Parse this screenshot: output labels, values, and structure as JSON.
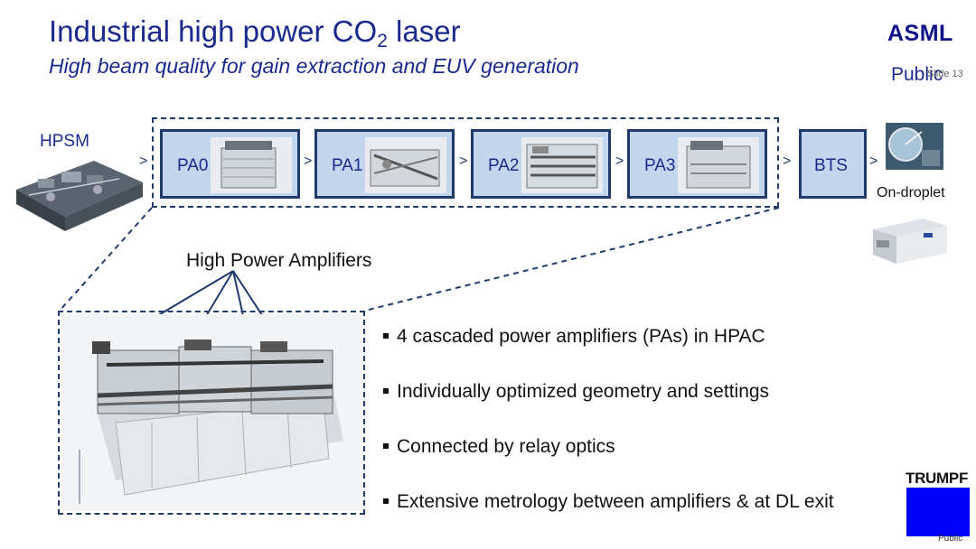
{
  "header": {
    "title_main": "Industrial high power CO",
    "title_sub": "2",
    "title_tail": " laser",
    "subtitle": "High beam quality for gain extraction and EUV generation"
  },
  "branding": {
    "asml_logo": "ASML",
    "classification": "Public",
    "slide_number": "Slide 13",
    "trumpf_logo": "TRUMPF",
    "trumpf_classification": "Public",
    "trumpf_color": "#0000ff"
  },
  "diagram": {
    "source_label": "HPSM",
    "amplifiers": [
      {
        "label": "PA0"
      },
      {
        "label": "PA1"
      },
      {
        "label": "PA2"
      },
      {
        "label": "PA3"
      }
    ],
    "bts_label": "BTS",
    "output_label": "On-droplet",
    "arrow_glyph": ">",
    "box_fill": "#c4d5ee",
    "box_border": "#1f3a6b",
    "text_color": "#1a2a8c"
  },
  "callout": {
    "label": "High Power Amplifiers"
  },
  "bullets": [
    "4 cascaded power amplifiers (PAs) in HPAC",
    "Individually optimized geometry and settings",
    "Connected by relay optics",
    "Extensive metrology between amplifiers & at DL exit"
  ]
}
